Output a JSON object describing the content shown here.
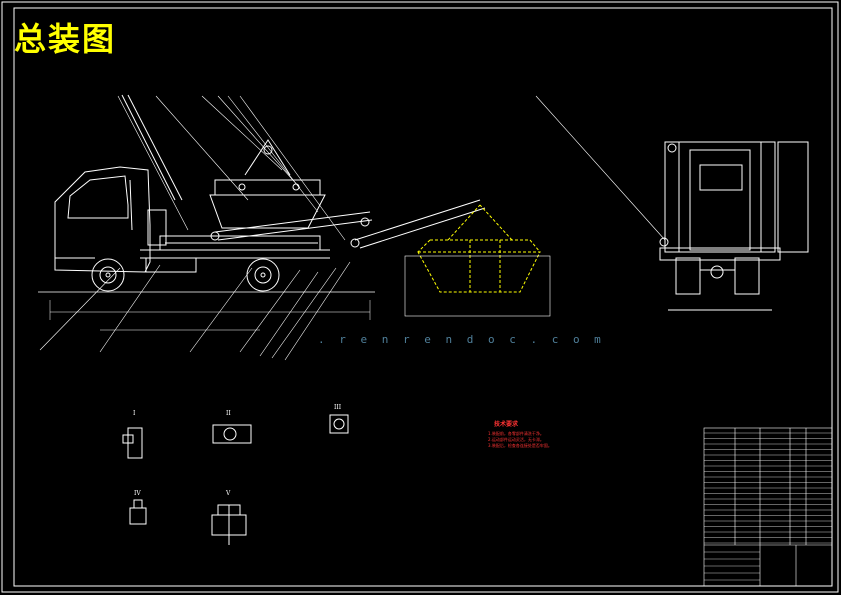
{
  "drawing": {
    "title": "总装图",
    "watermark": ". r e n r e n d o c . c o m",
    "colors": {
      "background": "#000000",
      "frame": "#ffffff",
      "title": "#ffff00",
      "container_highlight": "#ffff00",
      "notes": "#ff3333",
      "watermark": "#4f7f9a"
    },
    "section_labels": [
      "I",
      "II",
      "III",
      "IV",
      "V"
    ],
    "tech_requirements": {
      "title": "技术要求",
      "notes": [
        "1.装配前，各零部件清洗干净。",
        "2.运动部件运动灵活，无卡滞。",
        "3.装配后，检查各连接处是否牢固。"
      ]
    }
  }
}
